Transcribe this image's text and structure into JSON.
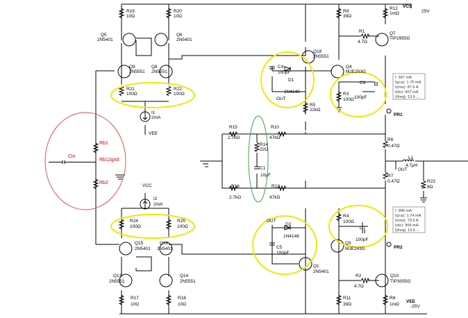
{
  "supplies": {
    "vcc_top": "VCC",
    "vcc_top_v": "25V",
    "vee_bot": "VEE",
    "vee_bot_v": "-25V",
    "vcc_mid": "VCC",
    "vee_mid": "VEE",
    "out_c4": "OUT",
    "out_c5": "OUT",
    "out_l1": "OUT"
  },
  "parts": {
    "R19": {
      "ref": "R19",
      "val": "10Ω"
    },
    "R20": {
      "ref": "R20",
      "val": "10Ω"
    },
    "Q5": {
      "ref": "Q5",
      "val": "2N5401"
    },
    "Q6": {
      "ref": "Q6",
      "val": "2N5401"
    },
    "Q9": {
      "ref": "Q9",
      "val": "2N5551"
    },
    "Q8": {
      "ref": "Q8",
      "val": "2N5551"
    },
    "R21": {
      "ref": "R21",
      "val": "100Ω"
    },
    "R22": {
      "ref": "R22",
      "val": "100Ω"
    },
    "I1": {
      "ref": "I1",
      "val": "2mA"
    },
    "R9": {
      "ref": "R9",
      "val": "39Ω"
    },
    "R12": {
      "ref": "R12",
      "val": "1mΩ"
    },
    "Q18": {
      "ref": "Q18",
      "val": "2N5551"
    },
    "R1": {
      "ref": "R1",
      "val": "4.7Ω"
    },
    "Q7": {
      "ref": "Q7",
      "val": "TIP2955G"
    },
    "C4": {
      "ref": "C4",
      "val": "100pF"
    },
    "D1": {
      "ref": "D1",
      "val": "1N4148"
    },
    "Q4": {
      "ref": "Q4",
      "val": "MJE253G"
    },
    "R3": {
      "ref": "R3",
      "val": "100Ω"
    },
    "C6": {
      "ref": "C6",
      "val": "100pF"
    },
    "R5": {
      "ref": "R5",
      "val": "22kΩ"
    },
    "R15": {
      "ref": "R15",
      "val": "2.7kΩ"
    },
    "R10": {
      "ref": "R10",
      "val": "47kΩ"
    },
    "R14": {
      "ref": "R14",
      "val": "22Ω"
    },
    "C1": {
      "ref": "C1",
      "val": "10µF"
    },
    "R16": {
      "ref": "R16",
      "val": "2.7kΩ"
    },
    "R13": {
      "ref": "R13",
      "val": "47kΩ"
    },
    "R6": {
      "ref": "R6",
      "val": "0.47Ω"
    },
    "R7": {
      "ref": "R7",
      "val": "0.47Ω"
    },
    "L1": {
      "ref": "L1",
      "val": "4.7µH"
    },
    "R23": {
      "ref": "R23",
      "val": "8Ω"
    },
    "I2": {
      "ref": "I2",
      "val": "2mA"
    },
    "R24": {
      "ref": "R24",
      "val": "100Ω"
    },
    "R25": {
      "ref": "R25",
      "val": "100Ω"
    },
    "Q15": {
      "ref": "Q15",
      "val": "2N5401"
    },
    "Q16": {
      "ref": "Q16",
      "val": "2N5401"
    },
    "D2": {
      "ref": "D2",
      "val": "1N4148"
    },
    "C5": {
      "ref": "C5",
      "val": "100pF"
    },
    "R4": {
      "ref": "R4",
      "val": "100Ω"
    },
    "C7": {
      "ref": "C7",
      "val": "100pF"
    },
    "Q3": {
      "ref": "Q3",
      "val": "MJE243G"
    },
    "Q1": {
      "ref": "Q1",
      "val": "2N5401"
    },
    "Q13": {
      "ref": "Q13",
      "val": "2N5551"
    },
    "Q14": {
      "ref": "Q14",
      "val": "2N5551"
    },
    "R2": {
      "ref": "R2",
      "val": "4.7Ω"
    },
    "Q10": {
      "ref": "Q10",
      "val": "TIP3055G"
    },
    "R17": {
      "ref": "R17",
      "val": "10Ω"
    },
    "R18": {
      "ref": "R18",
      "val": "10Ω"
    },
    "R11": {
      "ref": "R11",
      "val": "39Ω"
    },
    "R8": {
      "ref": "R8",
      "val": "1mΩ"
    }
  },
  "input_section": {
    "cin": "Cin",
    "rb1": "Rb1",
    "rb2": "Rb2",
    "rb12gnd": "Rb12gnd"
  },
  "probes": {
    "pr1": {
      "label": "PR1",
      "lines": [
        "I: 907 mA",
        "I(p-p): 1.75 mA",
        "I(rms): 87.6 A",
        "I(dc): 907 mA",
        "I(freq): 13.6 ..."
      ]
    },
    "pr2": {
      "label": "PR2",
      "lines": [
        "I: 906 mA",
        "I(p-p): 1.74 mA",
        "I(rms): 73.5 A",
        "I(dc): 906 mA",
        "I(freq): 13.6 ..."
      ]
    }
  }
}
